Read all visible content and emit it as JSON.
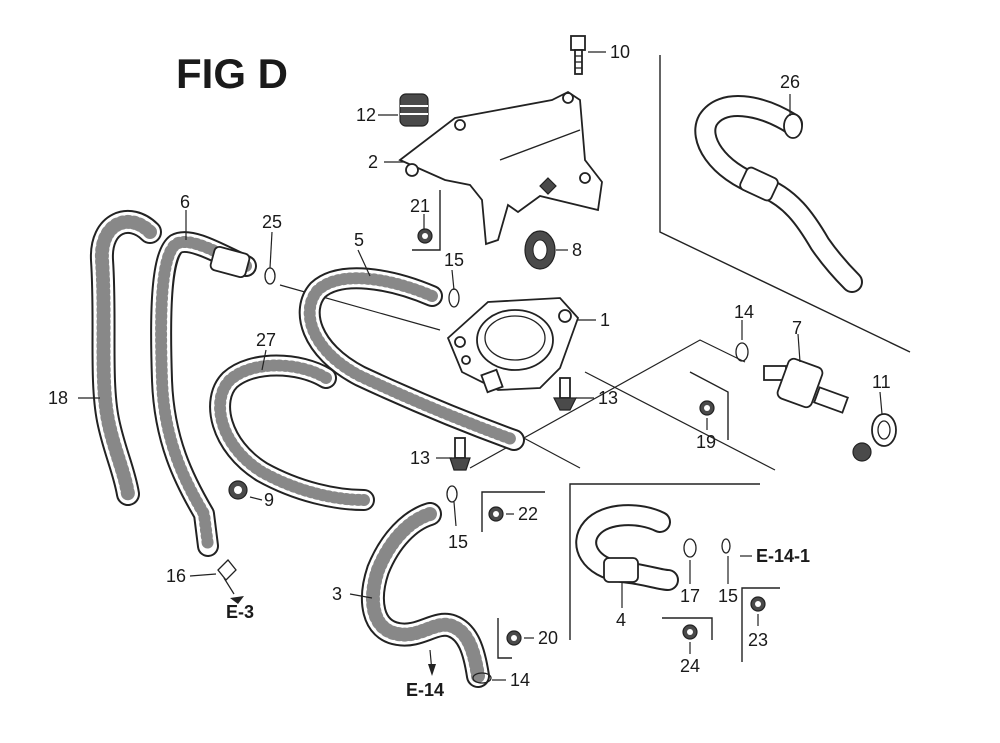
{
  "figure": {
    "title": "FIG D"
  },
  "callouts": {
    "c1": "1",
    "c2": "2",
    "c3": "3",
    "c4": "4",
    "c5": "5",
    "c6": "6",
    "c7": "7",
    "c8": "8",
    "c9": "9",
    "c10": "10",
    "c11": "11",
    "c12": "12",
    "c13a": "13",
    "c13b": "13",
    "c14a": "14",
    "c14b": "14",
    "c15a": "15",
    "c15b": "15",
    "c15c": "15",
    "c16": "16",
    "c17": "17",
    "c18": "18",
    "c19": "19",
    "c20": "20",
    "c21": "21",
    "c22": "22",
    "c23": "23",
    "c24": "24",
    "c25": "25",
    "c26": "26",
    "c27": "27"
  },
  "references": {
    "e3": "E-3",
    "e14": "E-14",
    "e14_1": "E-14-1"
  }
}
